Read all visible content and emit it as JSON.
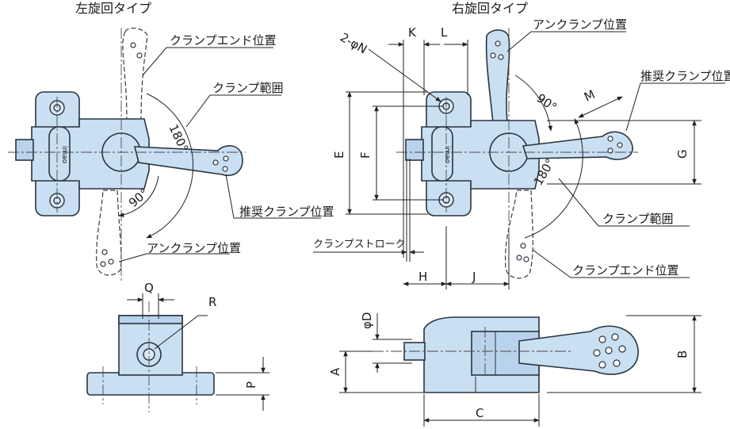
{
  "titles": {
    "left_type": "左旋回タイプ",
    "right_type": "右旋回タイプ"
  },
  "left_view": {
    "clamp_end": "クランプエンド位置",
    "clamp_range": "クランプ範囲",
    "recommended": "推奨クランプ位置",
    "unclamp": "アンクランプ位置",
    "angle_180": "180°",
    "angle_90": "90°"
  },
  "right_view": {
    "unclamp": "アンクランプ位置",
    "recommended": "推奨クランプ位置",
    "clamp_range": "クランプ範囲",
    "clamp_end": "クランプエンド位置",
    "clamp_stroke": "クランプストローク",
    "angle_90": "90°",
    "angle_180": "180°",
    "hole_label": "2-φN"
  },
  "dimensions": {
    "K": "K",
    "L": "L",
    "M": "M",
    "E": "E",
    "F": "F",
    "G": "G",
    "H": "H",
    "J": "J",
    "Q": "Q",
    "R": "R",
    "P": "P",
    "D": "φD",
    "A": "A",
    "B": "B",
    "C": "C"
  },
  "colors": {
    "part_fill": "#c9dff2",
    "outline": "#2a3440"
  }
}
